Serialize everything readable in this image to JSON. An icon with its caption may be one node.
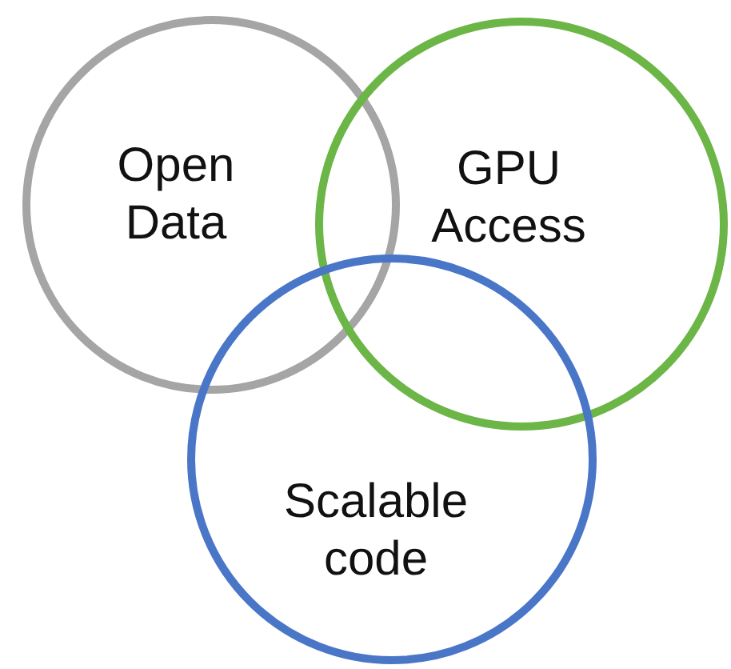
{
  "diagram": {
    "nodes": [
      {
        "text": [
          "Open Data"
        ]
      },
      {
        "text": [
          "GPU Access"
        ]
      },
      {
        "text": [
          "Scalable code"
        ]
      }
    ]
  }
}
